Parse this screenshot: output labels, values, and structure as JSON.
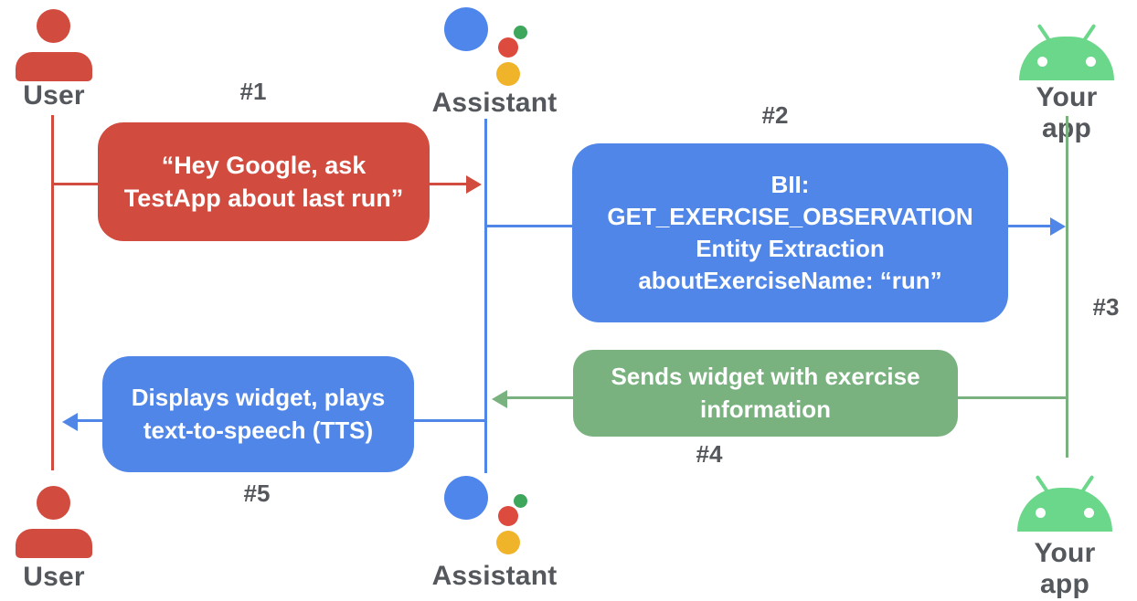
{
  "actors": {
    "user_top": "User",
    "assistant_top": "Assistant",
    "app_top": "Your app",
    "user_bottom": "User",
    "assistant_bottom": "Assistant",
    "app_bottom": "Your app"
  },
  "step_labels": {
    "s1": "#1",
    "s2": "#2",
    "s3": "#3",
    "s4": "#4",
    "s5": "#5"
  },
  "messages": {
    "user_query": "“Hey Google, ask\nTestApp about last run”",
    "bii_request": "BII:\nGET_EXERCISE_OBSERVATION\nEntity Extraction\naboutExerciseName: “run”",
    "widget_response": "Sends widget with exercise\ninformation",
    "tts_display": "Displays widget, plays\ntext-to-speech (TTS)"
  },
  "colors": {
    "red": "#D14B3F",
    "blue": "#5086E8",
    "green_muted": "#79B27F",
    "android_green": "#6BD78A",
    "assistant_blue": "#4F86EC",
    "assistant_red": "#DC4B3E",
    "assistant_green": "#3EA75B",
    "assistant_yellow": "#F0B42B",
    "label_gray": "#54575B"
  }
}
